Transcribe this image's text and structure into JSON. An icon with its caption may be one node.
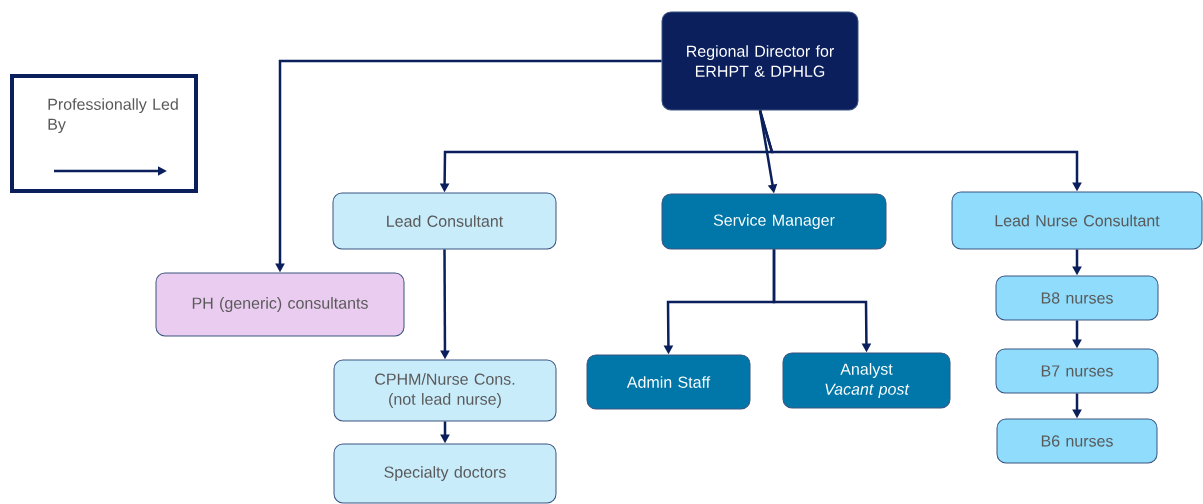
{
  "diagram": {
    "nodes": [
      {
        "text": [
          "Regional Director for ERHPT & DPHLG"
        ]
      },
      {
        "text": [
          "Lead Consultant"
        ]
      },
      {
        "text": [
          "Service Manager"
        ]
      },
      {
        "text": [
          "Lead Nurse Consultant"
        ]
      },
      {
        "text": [
          "PH (generic) consultants"
        ]
      },
      {
        "text": [
          "CPHM/Nurse Cons. (not lead nurse)"
        ]
      },
      {
        "text": [
          "Admin Staff"
        ]
      },
      {
        "text": [
          "Analyst",
          "Vacant post"
        ]
      },
      {
        "text": [
          "B8 nurses"
        ]
      },
      {
        "text": [
          "B7 nurses"
        ]
      },
      {
        "text": [
          "B6 nurses"
        ]
      },
      {
        "text": [
          "Specialty doctors"
        ]
      }
    ],
    "edges": [
      {
        "from": 0,
        "to": 4,
        "arrow": "to"
      },
      {
        "from": 0,
        "to": 1,
        "arrow": "to"
      },
      {
        "from": 0,
        "to": 2,
        "arrow": "to"
      },
      {
        "from": 0,
        "to": 3,
        "arrow": "to"
      },
      {
        "from": 1,
        "to": 5,
        "arrow": "to"
      },
      {
        "from": 5,
        "to": 11,
        "arrow": "to"
      },
      {
        "from": 2,
        "to": 6,
        "arrow": "to"
      },
      {
        "from": 2,
        "to": 7,
        "arrow": "to"
      },
      {
        "from": 3,
        "to": 8,
        "arrow": "to"
      },
      {
        "from": 8,
        "to": 9,
        "arrow": "to"
      },
      {
        "from": 9,
        "to": 10,
        "arrow": "to"
      }
    ],
    "legend": [
      {
        "text": "Professionally Led By"
      }
    ]
  }
}
